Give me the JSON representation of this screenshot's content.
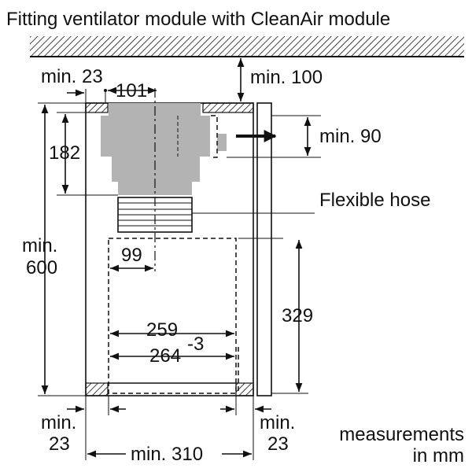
{
  "title": "Fitting ventilator module with CleanAir module",
  "labels": {
    "min_23_top": "min. 23",
    "width_101": "101",
    "min_100": "min. 100",
    "min_90": "min. 90",
    "height_182": "182",
    "flexible_hose": "Flexible hose",
    "min_600_a": "min.",
    "min_600_b": "600",
    "width_99": "99",
    "height_329": "329",
    "width_259": "259",
    "width_264": "264",
    "tolerance": "-3",
    "min_bl_a": "min.",
    "min_bl_b": "23",
    "min_br_a": "min.",
    "min_br_b": "23",
    "min_310": "min. 310",
    "units_a": "measurements",
    "units_b": "in mm"
  },
  "colors": {
    "line": "#111111",
    "module_fill": "#b3b3b3",
    "background": "#ffffff"
  }
}
